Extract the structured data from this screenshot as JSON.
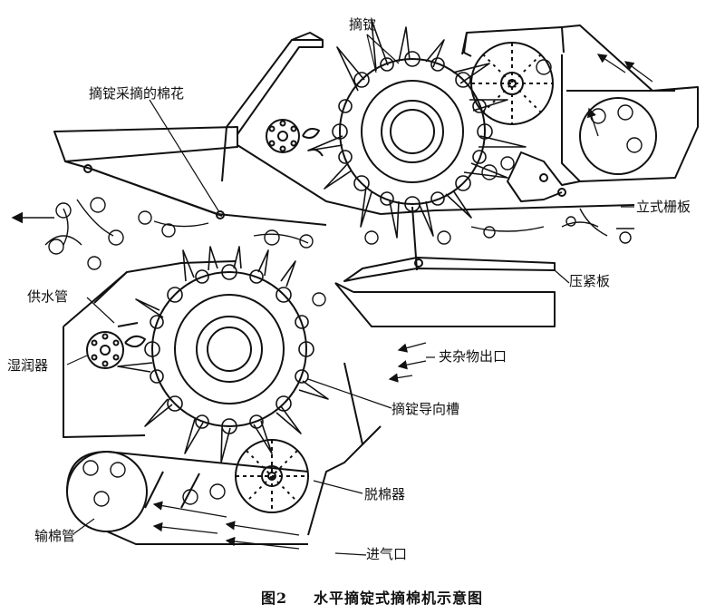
{
  "labels": {
    "spindle": "摘锭",
    "picked_cotton": "摘锭采摘的棉花",
    "vertical_grid": "立式栅板",
    "pressure_plate": "压紧板",
    "water_pipe": "供水管",
    "moistener": "湿润器",
    "trash_outlet": "夹杂物出口",
    "spindle_guide": "摘锭导向槽",
    "doffer": "脱棉器",
    "conveying_duct": "输棉管",
    "air_inlet": "进气口"
  },
  "caption": {
    "number": "图2",
    "title": "水平摘锭式摘棉机示意图"
  }
}
